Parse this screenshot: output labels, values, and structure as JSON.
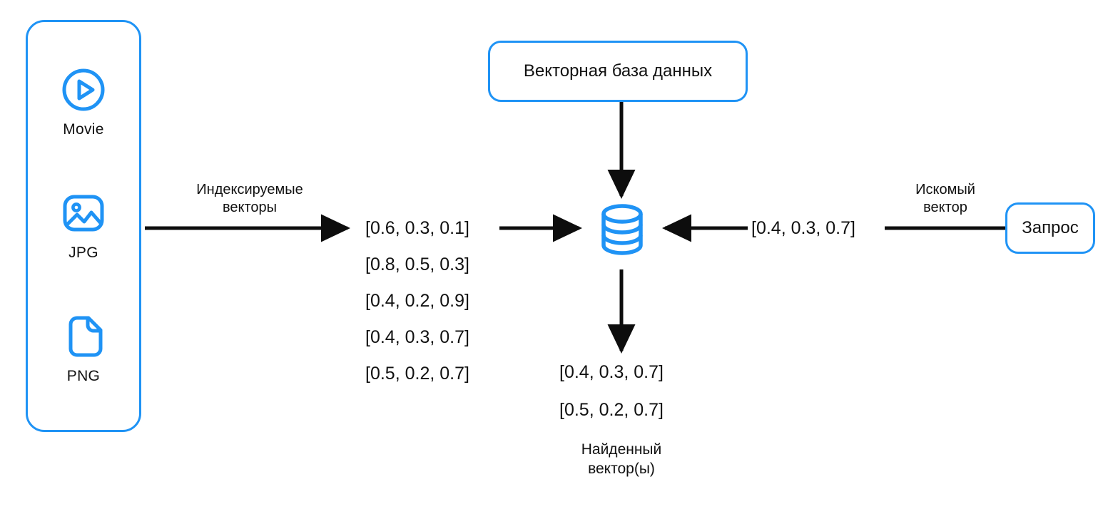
{
  "diagram": {
    "title_box": {
      "label": "Векторная база данных"
    },
    "query_box": {
      "label": "Запрос"
    },
    "sources": {
      "items": [
        {
          "label": "Movie",
          "icon": "play-circle-icon"
        },
        {
          "label": "JPG",
          "icon": "image-icon"
        },
        {
          "label": "PNG",
          "icon": "file-icon"
        }
      ]
    },
    "database": {
      "icon": "database-cylinder-icon"
    },
    "edges": {
      "index_label": "Индексируемые\nвекторы",
      "query_label": "Искомый\nвектор"
    },
    "indexed_vectors": [
      "[0.6, 0.3, 0.1]",
      "[0.8, 0.5, 0.3]",
      "[0.4, 0.2, 0.9]",
      "[0.4, 0.3, 0.7]",
      "[0.5, 0.2, 0.7]"
    ],
    "query_vector": "[0.4, 0.3, 0.7]",
    "result": {
      "vectors": [
        "[0.4, 0.3, 0.7]",
        "[0.5, 0.2, 0.7]"
      ],
      "caption": "Найденный\nвектор(ы)"
    },
    "colors": {
      "accent": "#1f93f5",
      "stroke": "#0d0d0d",
      "background": "#ffffff"
    }
  }
}
